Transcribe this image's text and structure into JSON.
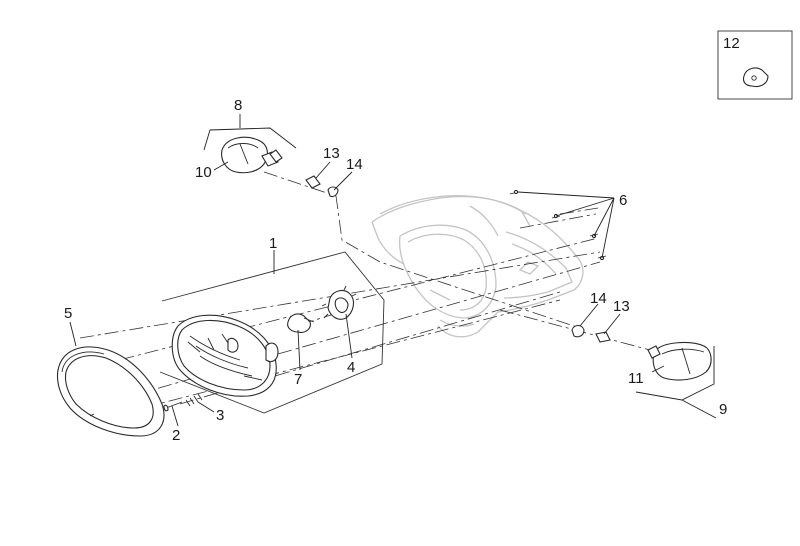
{
  "callouts": {
    "c1": "1",
    "c2": "2",
    "c3": "3",
    "c4": "4",
    "c5": "5",
    "c6": "6",
    "c7": "7",
    "c8": "8",
    "c9": "9",
    "c10": "10",
    "c11": "11",
    "c12": "12",
    "c13a": "13",
    "c13b": "13",
    "c14a": "14",
    "c14b": "14"
  }
}
